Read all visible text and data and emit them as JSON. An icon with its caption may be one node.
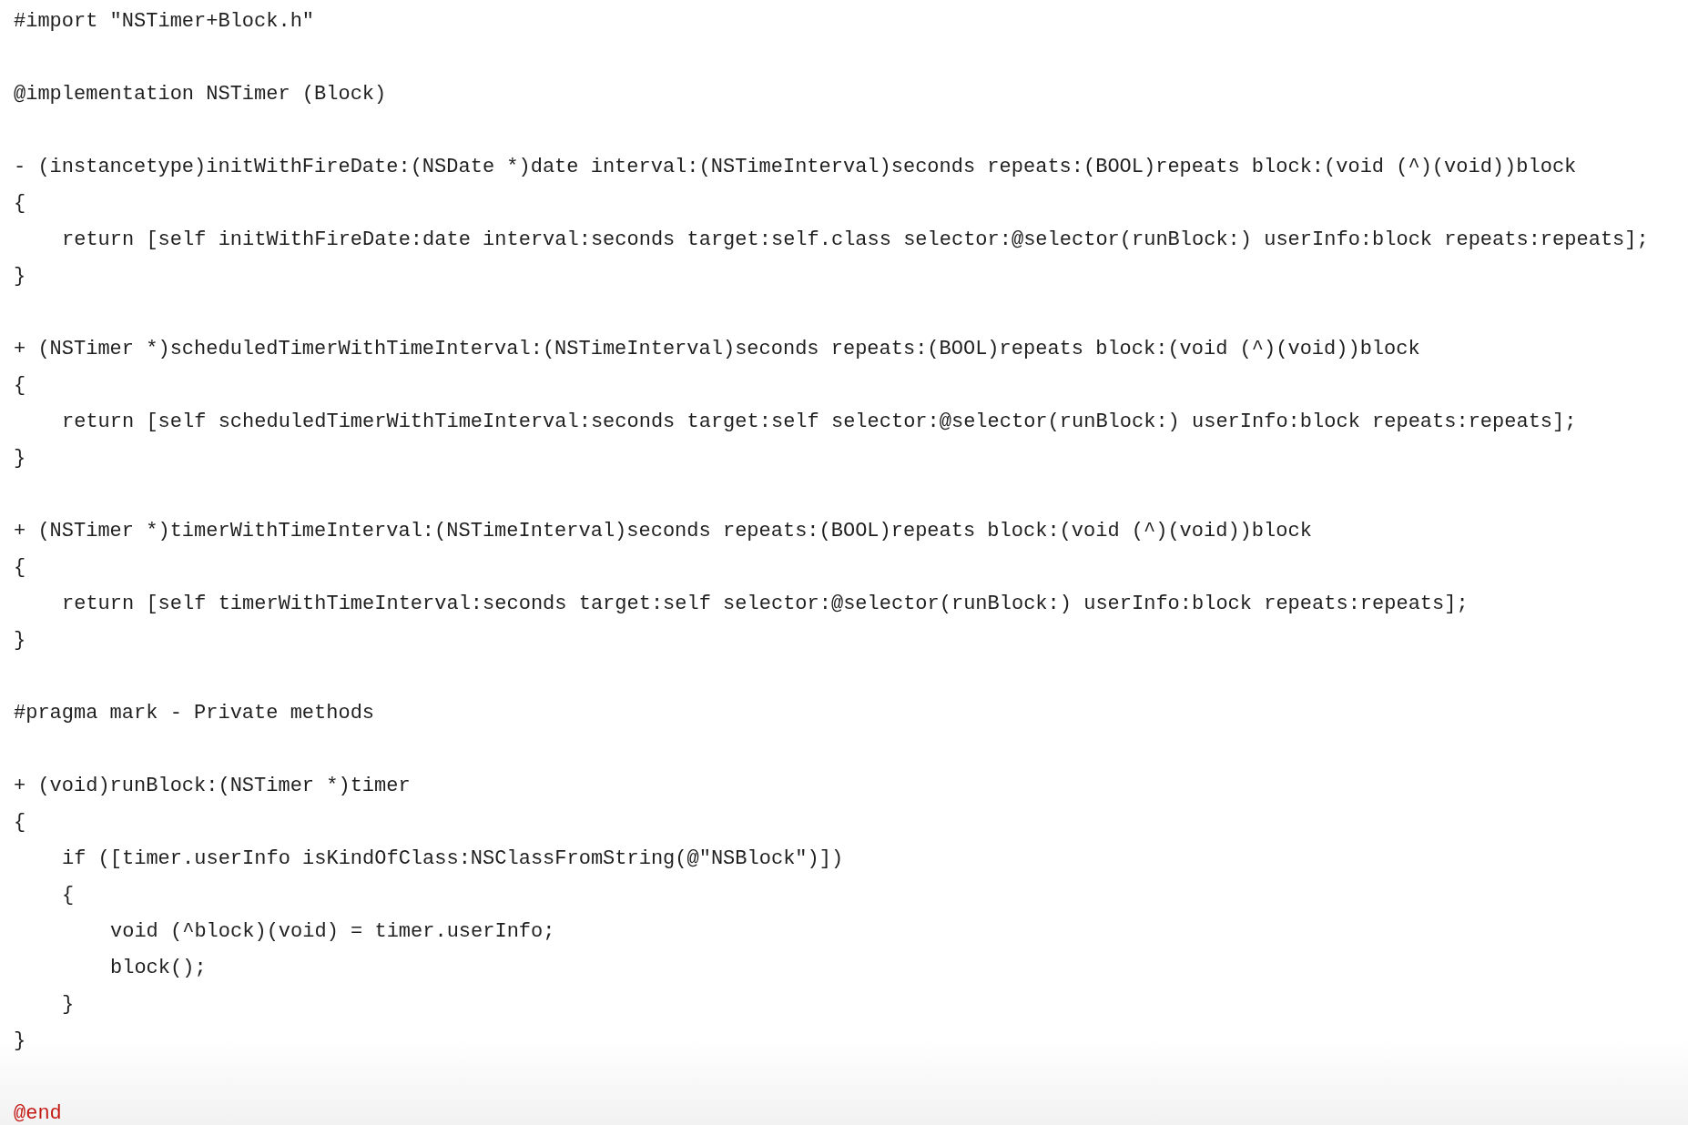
{
  "diagram": {
    "labels": [
      "#import \"NSTimer+Block.h\"",
      "@implementation NSTimer (Block)",
      "- (instancetype)initWithFireDate:(NSDate *)date interval:(NSTimeInterval)seconds repeats:(BOOL)repeats block:(void (^)(void))block",
      "{",
      "return [self initWithFireDate:date interval:seconds target:self.class selector:@selector(runBlock:) userInfo:block repeats:repeats];",
      "}",
      "+ (NSTimer *)scheduledTimerWithTimeInterval:(NSTimeInterval)seconds repeats:(BOOL)repeats block:(void (^)(void))block",
      "{",
      "return [self scheduledTimerWithTimeInterval:seconds target:self selector:@selector(runBlock:) userInfo:block repeats:repeats];",
      "}",
      "+ (NSTimer *)timerWithTimeInterval:(NSTimeInterval)seconds repeats:(BOOL)repeats block:(void (^)(void))block",
      "{",
      "return [self timerWithTimeInterval:seconds target:self selector:@selector(runBlock:) userInfo:block repeats:repeats];",
      "}",
      "#pragma mark - Private methods",
      "+ (void)runBlock:(NSTimer *)timer",
      "{",
      "if ([timer.userInfo isKindOfClass:NSClassFromString(@\"NSBlock\")])",
      "{",
      "void (^block)(void) = timer.userInfo;",
      "block();",
      "}",
      "}",
      "@end"
    ]
  }
}
